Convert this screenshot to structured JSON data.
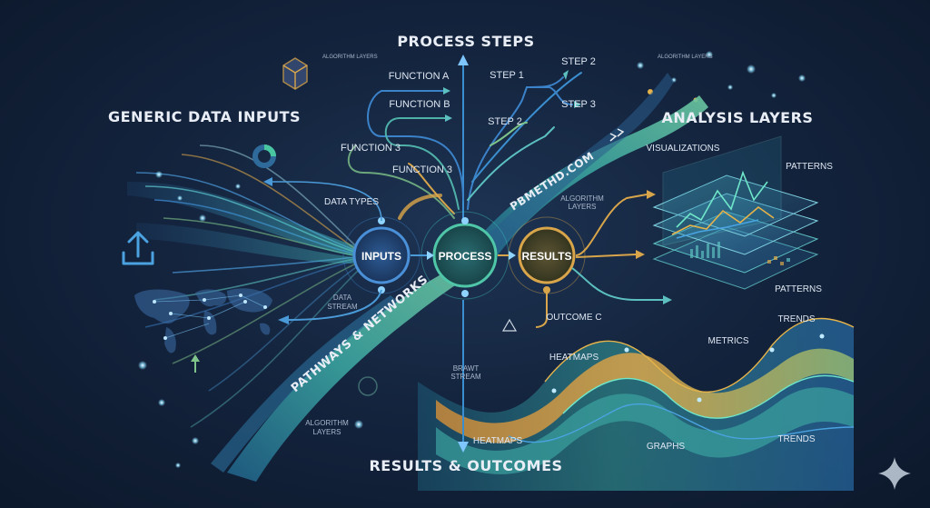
{
  "titles": {
    "top": "PROCESS STEPS",
    "left": "GENERIC DATA INPUTS",
    "right": "ANALYSIS LAYERS",
    "bottom": "RESULTS & OUTCOMES"
  },
  "nodes": {
    "inputs": "INPUTS",
    "process": "PROCESS",
    "results": "RESULTS"
  },
  "flow_labels": {
    "pathways": "PATHWAYS & NETWORKS",
    "website": "PBMETHD.COM"
  },
  "process_labels": {
    "function_a": "FUNCTION A",
    "function_b": "FUNCTION B",
    "function_3_left": "FUNCTION 3",
    "function_3_center": "FUNCTION 3",
    "step_1": "STEP 1",
    "step_2_mid": "STEP 2",
    "step_2_top": "STEP 2",
    "step_3": "STEP 3",
    "algorithm_layers_top": "ALGORITHM LAYERS"
  },
  "left_labels": {
    "data_types": "DATA TYPES",
    "data_stream_1": "DATA",
    "data_stream_2": "STREAM",
    "algorithm_1": "ALGORITHM",
    "algorithm_2": "LAYERS"
  },
  "center_labels": {
    "algorithm_mid_1": "ALGORITHM",
    "algorithm_mid_2": "LAYERS",
    "outcome_c": "OUTCOME C",
    "brawt_1": "BRAWT",
    "brawt_2": "STREAM"
  },
  "right_labels": {
    "visualizations": "VISUALIZATIONS",
    "patterns_top": "PATTERNS",
    "patterns_bottom": "PATTERNS",
    "trends_top": "TRENDS",
    "trends_bottom": "TRENDS",
    "metrics": "METRICS",
    "heatmaps_mid": "HEATMAPS",
    "heatmaps_bottom": "HEATMAPS",
    "graphs": "GRAPHS"
  },
  "colors": {
    "background": "#14243e",
    "teal": "#3fc1b8",
    "blue": "#3b82c9",
    "green": "#7fc48a",
    "gold": "#d9a54a",
    "light": "#dfe7f2"
  }
}
